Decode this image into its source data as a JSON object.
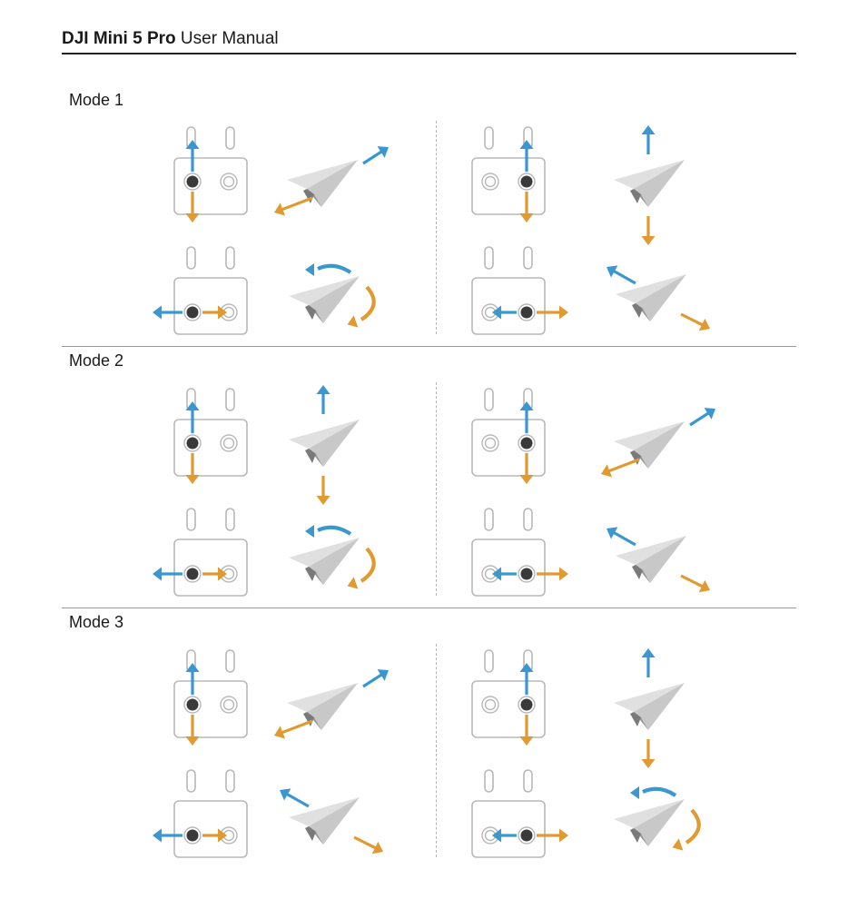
{
  "header": {
    "brand": "DJI Mini 5 Pro",
    "rest": " User Manual"
  },
  "modes": [
    {
      "title": "Mode 1"
    },
    {
      "title": "Mode 2"
    },
    {
      "title": "Mode 3"
    }
  ],
  "colors": {
    "up_arrow": "#3a97cf",
    "down_arrow": "#e09a30",
    "stick": "#3a3a3a",
    "outline": "#b8b8b8",
    "plane_light": "#dcdcdc",
    "plane_mid": "#bdbdbd",
    "plane_dark": "#808080"
  }
}
